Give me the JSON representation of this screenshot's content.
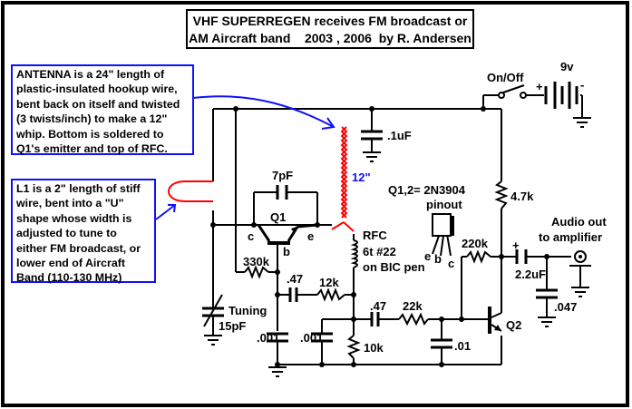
{
  "title": {
    "line1": "VHF SUPERREGEN receives FM broadcast or",
    "line2": "AM Aircraft band    2003 , 2006  by R. Andersen"
  },
  "notes": {
    "antenna": [
      "ANTENNA is a 24\" length of",
      "plastic-insulated hookup wire,",
      "bent back on itself and twisted",
      "(3 twists/inch) to make a 12\"",
      "whip. Bottom is soldered to",
      "Q1's emitter and top of RFC."
    ],
    "l1": [
      "L1 is a 2\" length of stiff",
      "wire, bent into a \"U\"",
      "shape whose width is",
      "adjusted to tune to",
      "either FM broadcast, or",
      "lower end of Aircraft",
      "Band (110-130 MHz)"
    ]
  },
  "labels": {
    "on_off": "On/Off",
    "battery": "9v",
    "battery_plus": "+",
    "battery_minus": "-",
    "cap_01uF": ".1uF",
    "whip_length": "12\"",
    "cap_7pF": "7pF",
    "q1": "Q1",
    "q1_c": "c",
    "q1_e": "e",
    "q1_b": "b",
    "transistor_type": "Q1,2=  2N3904",
    "pinout": "pinout",
    "pin_e": "e",
    "pin_b": "b",
    "pin_c": "c",
    "res_4k7": "4.7k",
    "rfc_1": "RFC",
    "rfc_2": "6t #22",
    "rfc_3": "on BIC pen",
    "res_330k": "330k",
    "cap_047a": ".47",
    "res_12k": "12k",
    "tuning_1": "Tuning",
    "tuning_2": "15pF",
    "cap_001a": ".001",
    "cap_001b": ".001",
    "res_10k": "10k",
    "cap_047b": ".47",
    "res_22k": "22k",
    "cap_01": ".01",
    "q2": "Q2",
    "res_220k": "220k",
    "cap_plus": "+",
    "cap_22uF": "2.2uF",
    "cap_047uF": ".047",
    "audio_1": "Audio out",
    "audio_2": "to amplifier"
  },
  "colors": {
    "wire": "#000000",
    "antenna": "#ff0000",
    "note_border": "#1010ff",
    "annotation": "#1010ff"
  }
}
